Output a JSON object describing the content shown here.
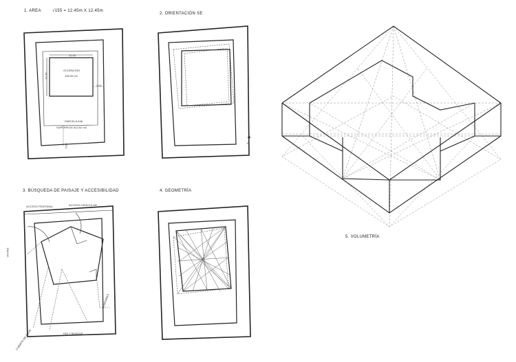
{
  "panels": {
    "p1": {
      "title": "1.  AREA",
      "formula": "√155  =  12.45m X 12.45m",
      "dim_top": "12.45",
      "dim_left": "12.45",
      "dim_right": "3.00",
      "dim_bottom": "5.50",
      "ocupacion_label": "OCUPACION",
      "ocupacion_value": "155.00 m2",
      "parcela": "PARCELA 438",
      "superficie": "SUPERFICIE 812.62 m2"
    },
    "p2": {
      "title": "2.  ORIENTACIÓN  SE",
      "north": "N"
    },
    "p3": {
      "title": "3.  BÚSQUEDA DE PAISAJE  Y ACCESIBILIDAD",
      "acceso_peatonal": "ACCESO PEATONAL",
      "acceso_vehicular": "ACCESO VEHICULAR",
      "vistas": "VISTAS",
      "montanas": "MONTAÑAS",
      "rio_bosque": "RIO Y BOSQUE",
      "cuerpo_agua": "CUERPO DE AGUA"
    },
    "p4": {
      "title": "4.  GEOMETRÍA"
    },
    "p5": {
      "title": "5.  VOLUMETRÍA"
    }
  }
}
